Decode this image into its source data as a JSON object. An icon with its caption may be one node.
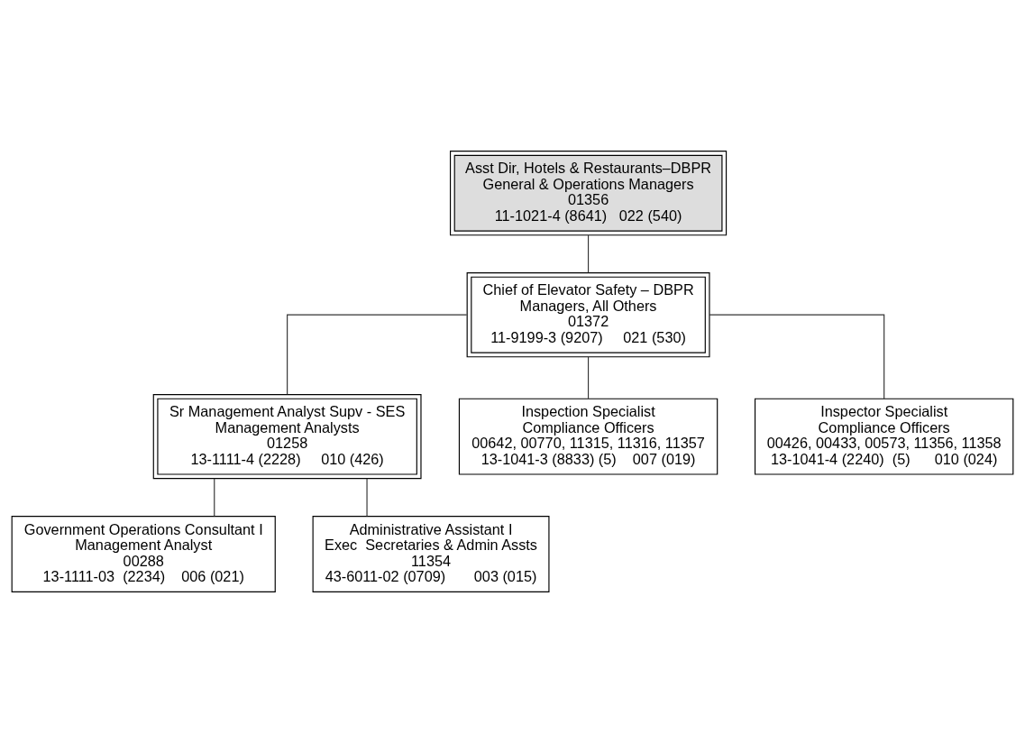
{
  "diagram": {
    "nodes": [
      {
        "text": [
          "Asst Dir, Hotels & Restaurants–DBPR",
          "General & Operations Managers",
          "01356",
          "11-1021-4 (8641)   022 (540)"
        ]
      },
      {
        "text": [
          "Chief of Elevator Safety – DBPR",
          "Managers, All Others",
          "01372",
          "11-9199-3 (9207)     021 (530)"
        ]
      },
      {
        "text": [
          "Sr Management Analyst Supv - SES",
          "Management Analysts",
          "01258",
          "13-1111-4 (2228)     010 (426)"
        ]
      },
      {
        "text": [
          "Inspection Specialist",
          "Compliance Officers",
          "00642, 00770, 11315, 11316, 11357",
          "13-1041-3 (8833) (5)    007 (019)"
        ]
      },
      {
        "text": [
          "Inspector Specialist",
          "Compliance Officers",
          "00426, 00433, 00573, 11356, 11358",
          "13-1041-4 (2240)  (5)      010 (024)"
        ]
      },
      {
        "text": [
          "Government Operations Consultant I",
          "Management Analyst",
          "00288",
          "13-1111-03  (2234)    006 (021)"
        ]
      },
      {
        "text": [
          "Administrative Assistant I",
          "Exec  Secretaries & Admin Assts",
          "11354",
          "43-6011-02 (0709)       003 (015)"
        ]
      }
    ],
    "edges": [
      {
        "from": 0,
        "to": 1,
        "arrow": "none"
      },
      {
        "from": 1,
        "to": 2,
        "arrow": "none"
      },
      {
        "from": 1,
        "to": 3,
        "arrow": "none"
      },
      {
        "from": 1,
        "to": 4,
        "arrow": "none"
      },
      {
        "from": 2,
        "to": 5,
        "arrow": "none"
      },
      {
        "from": 2,
        "to": 6,
        "arrow": "none"
      }
    ]
  }
}
